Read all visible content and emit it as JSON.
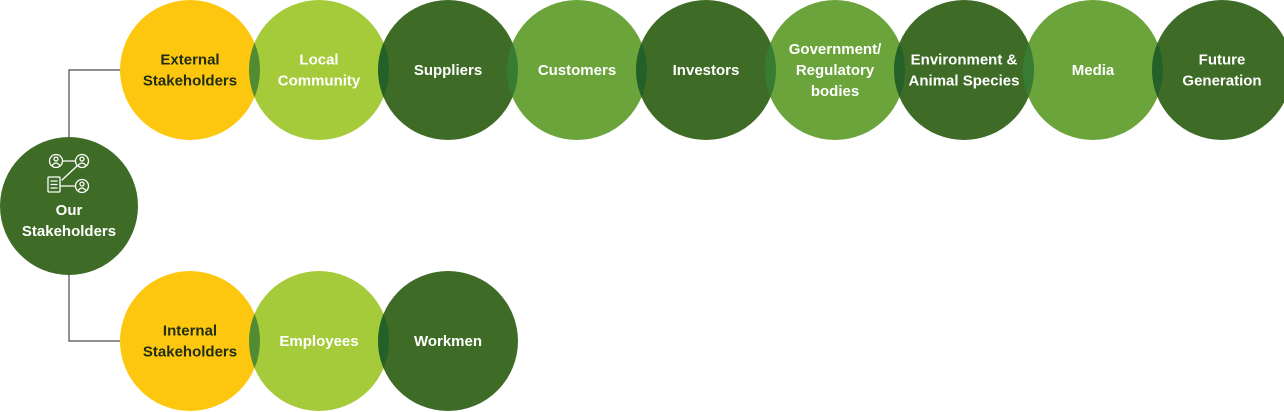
{
  "colors": {
    "yellow": "#FDC70F",
    "light_green": "#A5CB3A",
    "mid_green": "#6BA43A",
    "dark_green": "#3E6B26",
    "overlap": "#0F5A2C",
    "text_dark": "#1f2d14",
    "text_light": "#ffffff"
  },
  "center": {
    "label": [
      "Our",
      "Stakeholders"
    ],
    "icon": "stakeholder-network-icon",
    "color": "dark_green"
  },
  "external": {
    "label": [
      "External",
      "Stakeholders"
    ],
    "color": "yellow",
    "items": [
      {
        "label": [
          "Local",
          "Community"
        ],
        "color": "light_green"
      },
      {
        "label": [
          "Suppliers"
        ],
        "color": "dark_green"
      },
      {
        "label": [
          "Customers"
        ],
        "color": "mid_green"
      },
      {
        "label": [
          "Investors"
        ],
        "color": "dark_green"
      },
      {
        "label": [
          "Government/",
          "Regulatory",
          "bodies"
        ],
        "color": "mid_green"
      },
      {
        "label": [
          "Environment &",
          "Animal Species"
        ],
        "color": "dark_green"
      },
      {
        "label": [
          "Media"
        ],
        "color": "mid_green"
      },
      {
        "label": [
          "Future",
          "Generation"
        ],
        "color": "dark_green"
      }
    ]
  },
  "internal": {
    "label": [
      "Internal",
      "Stakeholders"
    ],
    "color": "yellow",
    "items": [
      {
        "label": [
          "Employees"
        ],
        "color": "light_green"
      },
      {
        "label": [
          "Workmen"
        ],
        "color": "dark_green"
      }
    ]
  }
}
